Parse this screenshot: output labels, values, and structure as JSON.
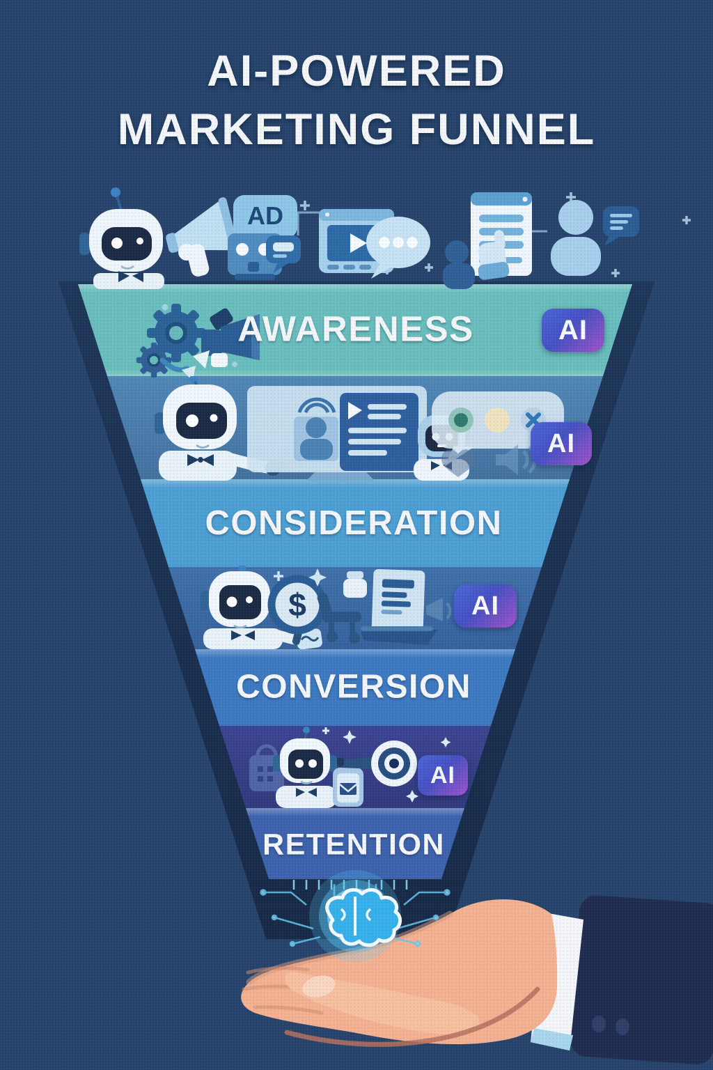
{
  "title": {
    "line1": "AI-POWERED",
    "line2": "MARKETING FUNNEL"
  },
  "stages": [
    {
      "label": "AWARENESS",
      "badge": "AI",
      "band_color": "#69bdbd"
    },
    {
      "label": "CONSIDERATION",
      "badge": "AI",
      "band_color": "#4c9ed3"
    },
    {
      "label": "CONVERSION",
      "badge": "AI",
      "band_color": "#3d79c1"
    },
    {
      "label": "RETENTION",
      "badge": "AI",
      "band_color": "#3d62ad"
    }
  ],
  "glyphs": {
    "ad_label": "AD",
    "dollar_sign": "$"
  },
  "top_icon_names": [
    "robot-with-megaphone",
    "ad-badge",
    "robot-monitor-with-chat",
    "video-player",
    "chat-dots-bubble",
    "signup-form-with-thumbs-up",
    "user-with-chat-bubble"
  ],
  "tier_icon_names": {
    "awareness": [
      "gears",
      "megaphone",
      "light-cones"
    ],
    "tier2": [
      "presenter-robot",
      "presentation-screen",
      "assistant-robot",
      "reactions-bubble",
      "heart",
      "speaker"
    ],
    "tier3": [
      "robot",
      "dollar-magnifier",
      "shopping-cart",
      "jar",
      "invoice-document",
      "laptop"
    ],
    "tier4": [
      "shopping-bag",
      "robot",
      "phone-with-mail",
      "dart-pencil",
      "target",
      "sparkles"
    ]
  },
  "bottom_icon_names": [
    "circuit-traces",
    "glowing-ai-brain",
    "open-hand",
    "shirt-cuff",
    "suit-sleeve"
  ],
  "colors": {
    "background": "#26436b",
    "side_shadow": "#1d3659",
    "awareness_band": "#69bdbd",
    "tier2_bg": "#4a80b0",
    "consideration_band": "#4c9ed3",
    "tier3_bg": "#3b68a3",
    "conversion_band": "#3d79c1",
    "tier4_bg": "#363f86",
    "retention_band": "#3d62ad",
    "funnel_tip_bg": "#27316a",
    "badge_gradient_start": "#4a66d6",
    "badge_gradient_end": "#a052c8",
    "title_text": "#f3f6f9",
    "brain_glow": "#5ad0ff",
    "hand_skin": "#f3b191",
    "cuff": "#f3f6f9",
    "sleeve": "#1f2c50"
  }
}
